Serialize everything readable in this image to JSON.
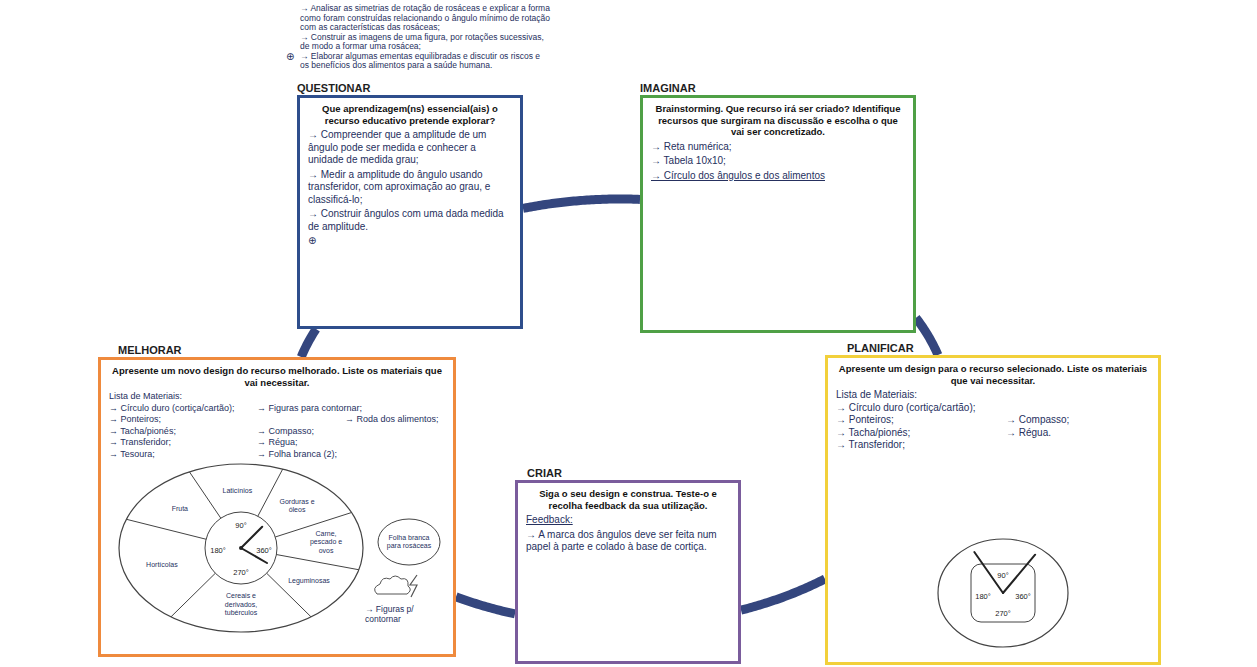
{
  "diagram": {
    "nodes": [
      {
        "text": [
          "QUESTIONAR",
          "Que aprendizagem(ns) essencial(ais) o recurso educativo pretende explorar?",
          "→ Compreender que a amplitude de um ângulo pode ser medida e conhecer a unidade de medida grau;",
          "→ Medir a amplitude do ângulo usando transferidor, com aproximação ao grau, e classificá-lo;",
          "→ Construir ângulos com uma dada medida de amplitude.",
          "⊕"
        ]
      },
      {
        "text": [
          "IMAGINAR",
          "Brainstorming. Que recurso irá ser criado? Identifique recursos que surgiram na discussão e escolha o que vai ser concretizado.",
          "→ Reta numérica;",
          "→ Tabela 10x10;",
          "→ Círculo dos ângulos e dos alimentos"
        ]
      },
      {
        "text": [
          "PLANIFICAR",
          "Apresente um design para o recurso selecionado. Liste os materiais que vai necessitar.",
          "Lista de Materiais:",
          "→ Círculo duro (cortiça/cartão);",
          "→ Ponteiros;",
          "→ Compasso;",
          "→ Tacha/pionés;",
          "→ Régua.",
          "→ Transferidor;"
        ]
      },
      {
        "text": [
          "90°",
          "180°",
          "360°",
          "270°"
        ],
        "in": 2
      },
      {
        "text": [
          "CRIAR",
          "Siga o seu design e construa. Teste-o e recolha feedback da sua utilização.",
          "Feedback:",
          "→ A marca dos ângulos deve ser feita num papel à parte e colado à base de cortiça."
        ]
      },
      {
        "text": [
          "MELHORAR",
          "Apresente um novo design do recurso melhorado. Liste os materiais que vai necessitar.",
          "Lista de Materiais:",
          "→ Círculo duro (cortiça/cartão);",
          "→ Figuras para contornar;",
          "→ Ponteiros;",
          "→ Roda dos alimentos;",
          "→ Tacha/pionés;",
          "→ Compasso;",
          "→ Transferidor;",
          "→ Régua;",
          "→ Tesoura;",
          "→ Folha branca (2);"
        ]
      },
      {
        "text": [
          "Gorduras e óleos",
          "Laticínios",
          "Fruta",
          "Carne, pescado e ovos",
          "Leguminosas",
          "Hortícolas",
          "Cereais e derivados, tubérculos",
          "90°",
          "180°",
          "360°",
          "270°"
        ],
        "in": 5
      },
      {
        "text": [
          "Folha branca para rosáceas"
        ],
        "in": 5
      }
    ],
    "edges": [
      {
        "from": 0,
        "to": 1,
        "arrow": "none"
      },
      {
        "from": 1,
        "to": 2,
        "arrow": "none"
      },
      {
        "from": 2,
        "to": 4,
        "arrow": "none"
      },
      {
        "from": 4,
        "to": 5,
        "arrow": "none"
      },
      {
        "from": 5,
        "to": 0,
        "arrow": "none"
      }
    ],
    "labels": [
      "→ Analisar as simetrias de rotação de rosáceas e explicar a forma como foram construídas relacionando o ângulo mínimo de rotação com as características das rosáceas;",
      "→ Construir as imagens de uma figura, por rotações sucessivas, de modo a formar uma rosácea;",
      "→ Elaborar algumas ementas equilibradas e discutir os riscos e os benefícios dos alimentos para a saúde humana.",
      "⊕",
      "→ Figuras p/ contornar"
    ]
  }
}
